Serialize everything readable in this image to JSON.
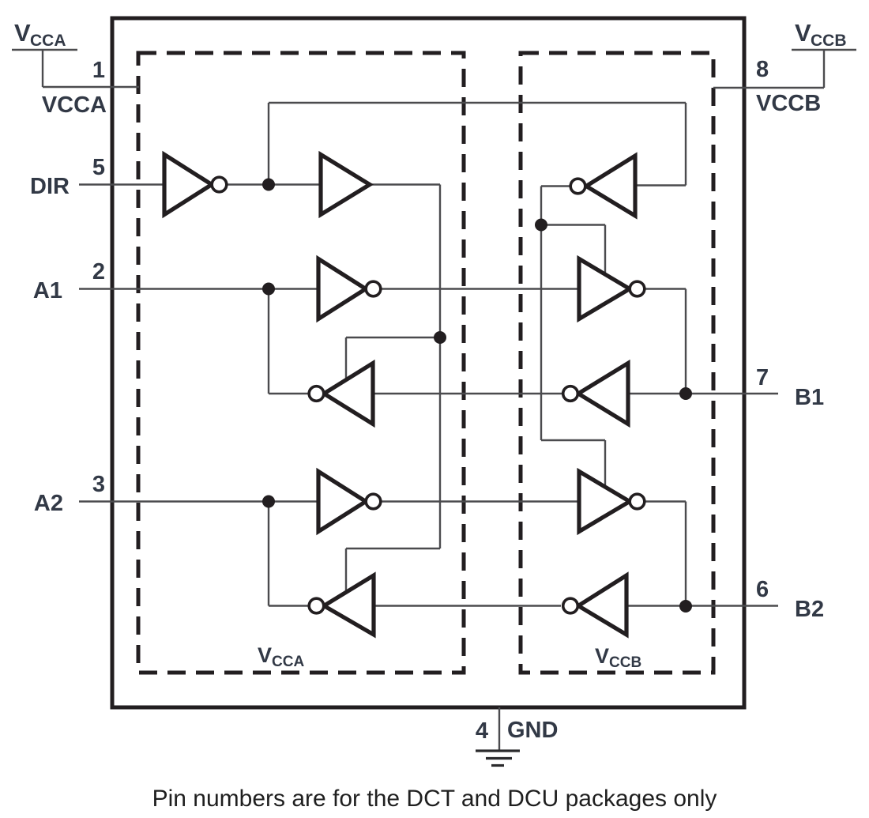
{
  "diagram": {
    "supply_a": {
      "main": "V",
      "sub": "CCA"
    },
    "supply_b": {
      "main": "V",
      "sub": "CCB"
    },
    "pins": {
      "vcca": {
        "number": "1",
        "label": "VCCA"
      },
      "vccb": {
        "number": "8",
        "label": "VCCB"
      },
      "dir": {
        "number": "5",
        "label": "DIR"
      },
      "a1": {
        "number": "2",
        "label": "A1"
      },
      "a2": {
        "number": "3",
        "label": "A2"
      },
      "b1": {
        "number": "7",
        "label": "B1"
      },
      "b2": {
        "number": "6",
        "label": "B2"
      },
      "gnd": {
        "number": "4",
        "label": "GND"
      }
    },
    "domain_a": {
      "main": "V",
      "sub": "CCA"
    },
    "domain_b": {
      "main": "V",
      "sub": "CCB"
    },
    "caption": "Pin numbers are for the DCT and DCU packages only",
    "colors": {
      "wire": "#4b4b4e",
      "outline": "#221e20",
      "label_text": "#323946",
      "caption_text": "#1f1f1f",
      "background": "#ffffff"
    }
  }
}
